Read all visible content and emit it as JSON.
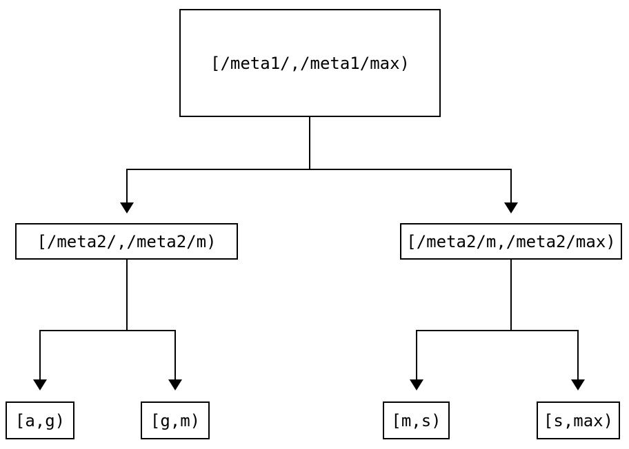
{
  "diagram": {
    "kind": "interval-partition-tree",
    "colors": {
      "background": "#ffffff",
      "line": "#000000",
      "text": "#000000",
      "node_border": "#000000"
    },
    "nodes": {
      "root": {
        "label": "[/meta1/,/meta1/max)"
      },
      "meta2_low": {
        "label": "[/meta2/,/meta2/m)"
      },
      "meta2_high": {
        "label": "[/meta2/m,/meta2/max)"
      },
      "leaf_ag": {
        "label": "[a,g)"
      },
      "leaf_gm": {
        "label": "[g,m)"
      },
      "leaf_ms": {
        "label": "[m,s)"
      },
      "leaf_smax": {
        "label": "[s,max)"
      }
    },
    "edges": [
      {
        "from": "root",
        "to": "meta2_low",
        "arrow": "down"
      },
      {
        "from": "root",
        "to": "meta2_high",
        "arrow": "down"
      },
      {
        "from": "meta2_low",
        "to": "leaf_ag",
        "arrow": "down"
      },
      {
        "from": "meta2_low",
        "to": "leaf_gm",
        "arrow": "down"
      },
      {
        "from": "meta2_high",
        "to": "leaf_ms",
        "arrow": "down"
      },
      {
        "from": "meta2_high",
        "to": "leaf_smax",
        "arrow": "down"
      }
    ]
  }
}
